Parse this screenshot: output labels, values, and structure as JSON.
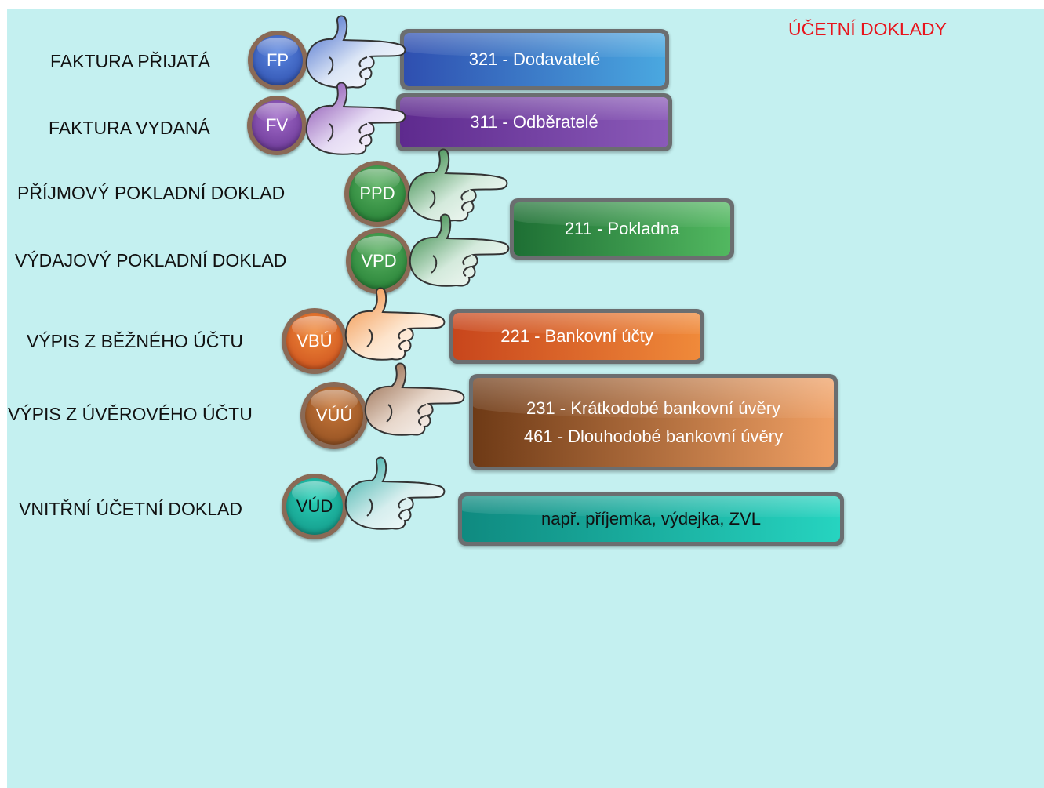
{
  "title": "ÚČETNÍ DOKLADY",
  "colors": {
    "background": "#c4f0f0",
    "title": "#e8141c"
  },
  "documents": [
    {
      "label": "FAKTURA PŘIJATÁ",
      "abbr": "FP",
      "color": "#3a62c8",
      "hand_color": "#c6d6f0",
      "accounts": [
        "321 - Dodavatelé"
      ],
      "box_color": "#3560c6"
    },
    {
      "label": "FAKTURA VYDANÁ",
      "abbr": "FV",
      "color": "#7e3ea8",
      "hand_color": "#d8c6ec",
      "accounts": [
        "311 - Odběratelé"
      ],
      "box_color": "#7a3aa8"
    },
    {
      "label": "PŘÍJMOVÝ POKLADNÍ DOKLAD",
      "abbr": "PPD",
      "color": "#2f8f3c",
      "hand_color": "#c0e0c8",
      "accounts": [],
      "box_color": ""
    },
    {
      "label": "VÝDAJOVÝ POKLADNÍ DOKLAD",
      "abbr": "VPD",
      "color": "#2f8f3c",
      "hand_color": "#c0e0c8",
      "accounts": [
        "211 - Pokladna"
      ],
      "box_color": "#2a8a3a"
    },
    {
      "label": "VÝPIS Z BĚŽNÉHO ÚČTU",
      "abbr": "VBÚ",
      "color": "#e0631e",
      "hand_color": "#fbd6b4",
      "accounts": [
        "221 - Bankovní účty"
      ],
      "box_color": "#e2632a"
    },
    {
      "label": "VÝPIS Z ÚVĚROVÉHO ÚČTU",
      "abbr": "VÚÚ",
      "color": "#9a5a2e",
      "hand_color": "#dcc4b0",
      "accounts": [
        "231 - Krátkodobé bankovní úvěry",
        "461 - Dlouhodobé bankovní úvěry"
      ],
      "box_color": "#a35a2a"
    },
    {
      "label": "VNITŘNÍ ÚČETNÍ DOKLAD",
      "abbr": "VÚD",
      "color": "#1aa898",
      "hand_color": "#c4e6e6",
      "accounts": [
        "např. příjemka, výdejka, ZVL"
      ],
      "box_color": "#1fb5a5"
    }
  ]
}
